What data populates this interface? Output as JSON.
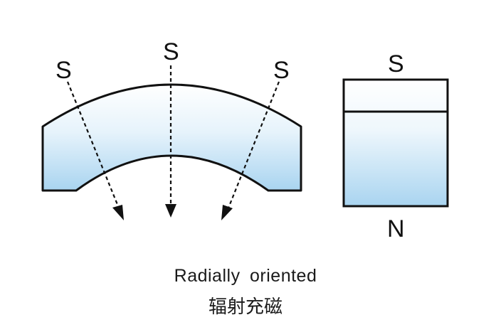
{
  "diagram": {
    "arc_magnet": {
      "pole_left": "S",
      "pole_center": "S",
      "pole_right": "S"
    },
    "block_magnet": {
      "pole_top": "S",
      "pole_bottom": "N"
    },
    "colors": {
      "outline": "#111111",
      "fill_light": "#ffffff",
      "fill_blue": "#a9d4f0"
    }
  },
  "caption": {
    "english": "Radially oriented",
    "chinese": "辐射充磁"
  }
}
